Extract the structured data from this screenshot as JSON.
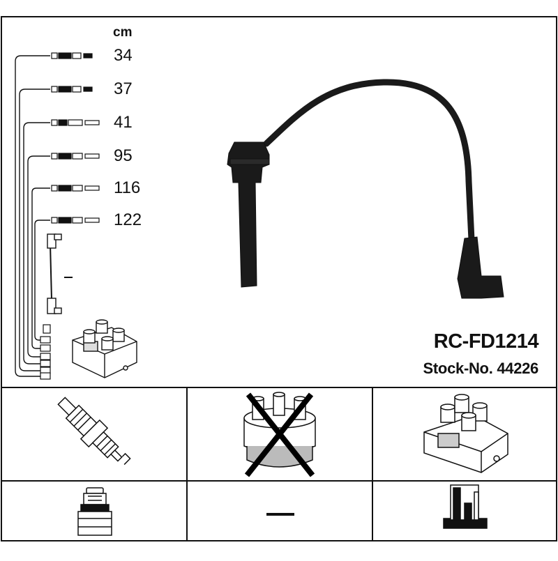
{
  "header": {
    "unit_label": "cm",
    "cable_lengths": [
      "34",
      "37",
      "41",
      "95",
      "116",
      "122"
    ]
  },
  "product": {
    "code": "RC-FD1214",
    "stock_number": "Stock-No. 44226"
  },
  "colors": {
    "ink": "#111111",
    "cable": "#1a1a1a",
    "background": "#ffffff"
  },
  "icons": {
    "row1": [
      "spark-plug-icon",
      "distributor-cap-crossed-icon",
      "ignition-coil-icon"
    ],
    "row2": [
      "plug-boot-connector-icon",
      "dash-icon",
      "coil-tower-terminal-icon"
    ]
  }
}
